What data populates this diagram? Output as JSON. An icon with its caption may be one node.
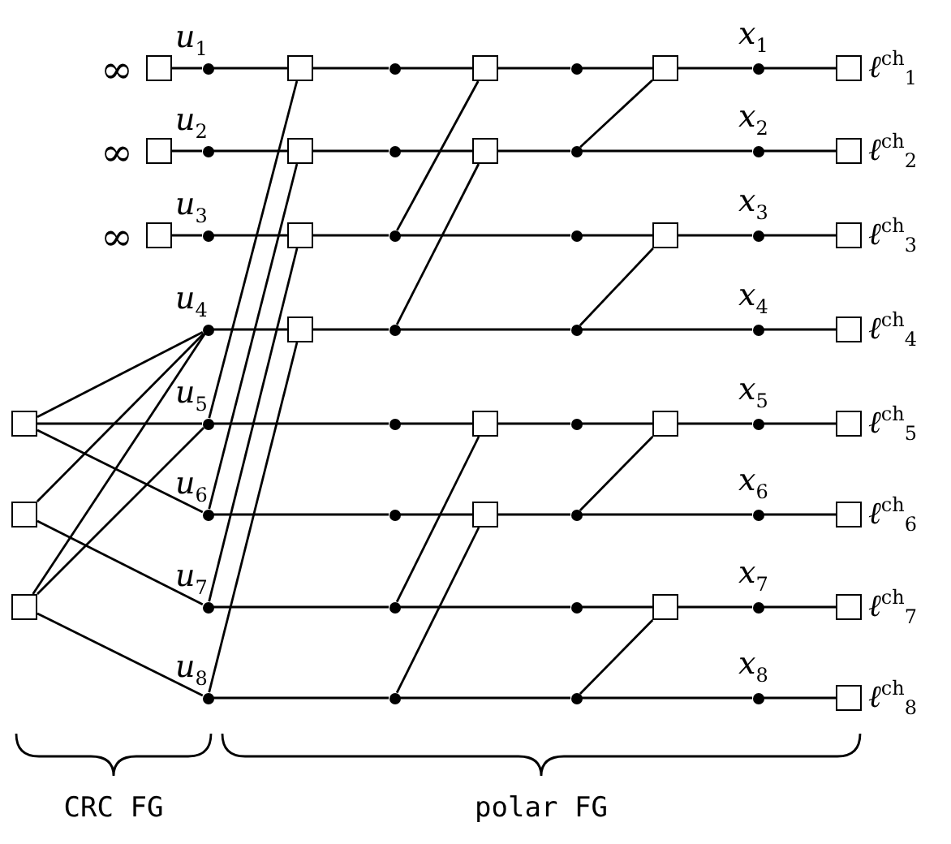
{
  "diagram": {
    "nodes": [
      {
        "text": [],
        "shape": "box",
        "beside": [
          "∞"
        ]
      },
      {
        "text": [],
        "shape": "circle",
        "beside": [
          "u$_{1}$"
        ]
      },
      {
        "text": [],
        "shape": "box"
      },
      {
        "text": [],
        "shape": "circle"
      },
      {
        "text": [],
        "shape": "box"
      },
      {
        "text": [],
        "shape": "circle"
      },
      {
        "text": [],
        "shape": "box"
      },
      {
        "text": [],
        "shape": "circle",
        "beside": [
          "x$_{1}$"
        ]
      },
      {
        "text": [],
        "shape": "box",
        "beside": [
          "ℓ$^{ch}$$_{1}$"
        ]
      },
      {
        "text": [],
        "shape": "box",
        "beside": [
          "∞"
        ]
      },
      {
        "text": [],
        "shape": "circle",
        "beside": [
          "u$_{2}$"
        ]
      },
      {
        "text": [],
        "shape": "box"
      },
      {
        "text": [],
        "shape": "circle"
      },
      {
        "text": [],
        "shape": "box"
      },
      {
        "text": [],
        "shape": "circle"
      },
      {
        "text": [],
        "shape": "circle",
        "beside": [
          "x$_{2}$"
        ]
      },
      {
        "text": [],
        "shape": "box",
        "beside": [
          "ℓ$^{ch}$$_{2}$"
        ]
      },
      {
        "text": [],
        "shape": "box",
        "beside": [
          "∞"
        ]
      },
      {
        "text": [],
        "shape": "circle",
        "beside": [
          "u$_{3}$"
        ]
      },
      {
        "text": [],
        "shape": "box"
      },
      {
        "text": [],
        "shape": "circle"
      },
      {
        "text": [],
        "shape": "circle"
      },
      {
        "text": [],
        "shape": "box"
      },
      {
        "text": [],
        "shape": "circle",
        "beside": [
          "x$_{3}$"
        ]
      },
      {
        "text": [],
        "shape": "box",
        "beside": [
          "ℓ$^{ch}$$_{3}$"
        ]
      },
      {
        "text": [],
        "shape": "circle",
        "beside": [
          "u$_{4}$"
        ]
      },
      {
        "text": [],
        "shape": "box"
      },
      {
        "text": [],
        "shape": "circle"
      },
      {
        "text": [],
        "shape": "circle"
      },
      {
        "text": [],
        "shape": "circle",
        "beside": [
          "x$_{4}$"
        ]
      },
      {
        "text": [],
        "shape": "box",
        "beside": [
          "ℓ$^{ch}$$_{4}$"
        ]
      },
      {
        "text": [],
        "shape": "box"
      },
      {
        "text": [],
        "shape": "circle",
        "beside": [
          "u$_{5}$"
        ]
      },
      {
        "text": [],
        "shape": "circle"
      },
      {
        "text": [],
        "shape": "box"
      },
      {
        "text": [],
        "shape": "circle"
      },
      {
        "text": [],
        "shape": "box"
      },
      {
        "text": [],
        "shape": "circle",
        "beside": [
          "x$_{5}$"
        ]
      },
      {
        "text": [],
        "shape": "box",
        "beside": [
          "ℓ$^{ch}$$_{5}$"
        ]
      },
      {
        "text": [],
        "shape": "box"
      },
      {
        "text": [],
        "shape": "circle",
        "beside": [
          "u$_{6}$"
        ]
      },
      {
        "text": [],
        "shape": "circle"
      },
      {
        "text": [],
        "shape": "box"
      },
      {
        "text": [],
        "shape": "circle"
      },
      {
        "text": [],
        "shape": "circle",
        "beside": [
          "x$_{6}$"
        ]
      },
      {
        "text": [],
        "shape": "box",
        "beside": [
          "ℓ$^{ch}$$_{6}$"
        ]
      },
      {
        "text": [],
        "shape": "box"
      },
      {
        "text": [],
        "shape": "circle",
        "beside": [
          "u$_{7}$"
        ]
      },
      {
        "text": [],
        "shape": "circle"
      },
      {
        "text": [],
        "shape": "circle"
      },
      {
        "text": [],
        "shape": "box"
      },
      {
        "text": [],
        "shape": "circle",
        "beside": [
          "x$_{7}$"
        ]
      },
      {
        "text": [],
        "shape": "box",
        "beside": [
          "ℓ$^{ch}$$_{7}$"
        ]
      },
      {
        "text": [],
        "shape": "circle",
        "beside": [
          "u$_{8}$"
        ]
      },
      {
        "text": [],
        "shape": "circle"
      },
      {
        "text": [],
        "shape": "circle"
      },
      {
        "text": [],
        "shape": "circle",
        "beside": [
          "x$_{8}$"
        ]
      },
      {
        "text": [],
        "shape": "box",
        "beside": [
          "ℓ$^{ch}$$_{8}$"
        ]
      }
    ],
    "edges": [
      {
        "from": 0,
        "to": 1,
        "arrow": "none"
      },
      {
        "from": 1,
        "to": 2,
        "arrow": "none"
      },
      {
        "from": 2,
        "to": 3,
        "arrow": "none"
      },
      {
        "from": 3,
        "to": 4,
        "arrow": "none"
      },
      {
        "from": 4,
        "to": 5,
        "arrow": "none"
      },
      {
        "from": 5,
        "to": 6,
        "arrow": "none"
      },
      {
        "from": 6,
        "to": 7,
        "arrow": "none"
      },
      {
        "from": 7,
        "to": 8,
        "arrow": "none"
      },
      {
        "from": 9,
        "to": 10,
        "arrow": "none"
      },
      {
        "from": 10,
        "to": 11,
        "arrow": "none"
      },
      {
        "from": 11,
        "to": 12,
        "arrow": "none"
      },
      {
        "from": 12,
        "to": 13,
        "arrow": "none"
      },
      {
        "from": 13,
        "to": 14,
        "arrow": "none"
      },
      {
        "from": 14,
        "to": 15,
        "arrow": "none"
      },
      {
        "from": 15,
        "to": 16,
        "arrow": "none"
      },
      {
        "from": 17,
        "to": 18,
        "arrow": "none"
      },
      {
        "from": 18,
        "to": 19,
        "arrow": "none"
      },
      {
        "from": 19,
        "to": 20,
        "arrow": "none"
      },
      {
        "from": 20,
        "to": 21,
        "arrow": "none"
      },
      {
        "from": 21,
        "to": 22,
        "arrow": "none"
      },
      {
        "from": 22,
        "to": 23,
        "arrow": "none"
      },
      {
        "from": 23,
        "to": 24,
        "arrow": "none"
      },
      {
        "from": 25,
        "to": 26,
        "arrow": "none"
      },
      {
        "from": 26,
        "to": 27,
        "arrow": "none"
      },
      {
        "from": 27,
        "to": 28,
        "arrow": "none"
      },
      {
        "from": 28,
        "to": 29,
        "arrow": "none"
      },
      {
        "from": 29,
        "to": 30,
        "arrow": "none"
      },
      {
        "from": 32,
        "to": 33,
        "arrow": "none"
      },
      {
        "from": 33,
        "to": 34,
        "arrow": "none"
      },
      {
        "from": 34,
        "to": 35,
        "arrow": "none"
      },
      {
        "from": 35,
        "to": 36,
        "arrow": "none"
      },
      {
        "from": 36,
        "to": 37,
        "arrow": "none"
      },
      {
        "from": 37,
        "to": 38,
        "arrow": "none"
      },
      {
        "from": 40,
        "to": 41,
        "arrow": "none"
      },
      {
        "from": 41,
        "to": 42,
        "arrow": "none"
      },
      {
        "from": 42,
        "to": 43,
        "arrow": "none"
      },
      {
        "from": 43,
        "to": 44,
        "arrow": "none"
      },
      {
        "from": 44,
        "to": 45,
        "arrow": "none"
      },
      {
        "from": 47,
        "to": 48,
        "arrow": "none"
      },
      {
        "from": 48,
        "to": 49,
        "arrow": "none"
      },
      {
        "from": 49,
        "to": 50,
        "arrow": "none"
      },
      {
        "from": 50,
        "to": 51,
        "arrow": "none"
      },
      {
        "from": 51,
        "to": 52,
        "arrow": "none"
      },
      {
        "from": 53,
        "to": 54,
        "arrow": "none"
      },
      {
        "from": 54,
        "to": 55,
        "arrow": "none"
      },
      {
        "from": 55,
        "to": 56,
        "arrow": "none"
      },
      {
        "from": 56,
        "to": 57,
        "arrow": "none"
      },
      {
        "from": 2,
        "to": 32,
        "arrow": "none"
      },
      {
        "from": 11,
        "to": 40,
        "arrow": "none"
      },
      {
        "from": 19,
        "to": 47,
        "arrow": "none"
      },
      {
        "from": 26,
        "to": 53,
        "arrow": "none"
      },
      {
        "from": 4,
        "to": 20,
        "arrow": "none"
      },
      {
        "from": 13,
        "to": 27,
        "arrow": "none"
      },
      {
        "from": 34,
        "to": 48,
        "arrow": "none"
      },
      {
        "from": 42,
        "to": 54,
        "arrow": "none"
      },
      {
        "from": 6,
        "to": 14,
        "arrow": "none"
      },
      {
        "from": 22,
        "to": 28,
        "arrow": "none"
      },
      {
        "from": 36,
        "to": 43,
        "arrow": "none"
      },
      {
        "from": 50,
        "to": 55,
        "arrow": "none"
      },
      {
        "from": 31,
        "to": 25,
        "arrow": "none"
      },
      {
        "from": 31,
        "to": 32,
        "arrow": "none"
      },
      {
        "from": 31,
        "to": 40,
        "arrow": "none"
      },
      {
        "from": 39,
        "to": 25,
        "arrow": "none"
      },
      {
        "from": 39,
        "to": 47,
        "arrow": "none"
      },
      {
        "from": 46,
        "to": 25,
        "arrow": "none"
      },
      {
        "from": 46,
        "to": 32,
        "arrow": "none"
      },
      {
        "from": 46,
        "to": 53,
        "arrow": "none"
      }
    ],
    "labels": [
      "CRC FG",
      "polar FG"
    ]
  }
}
